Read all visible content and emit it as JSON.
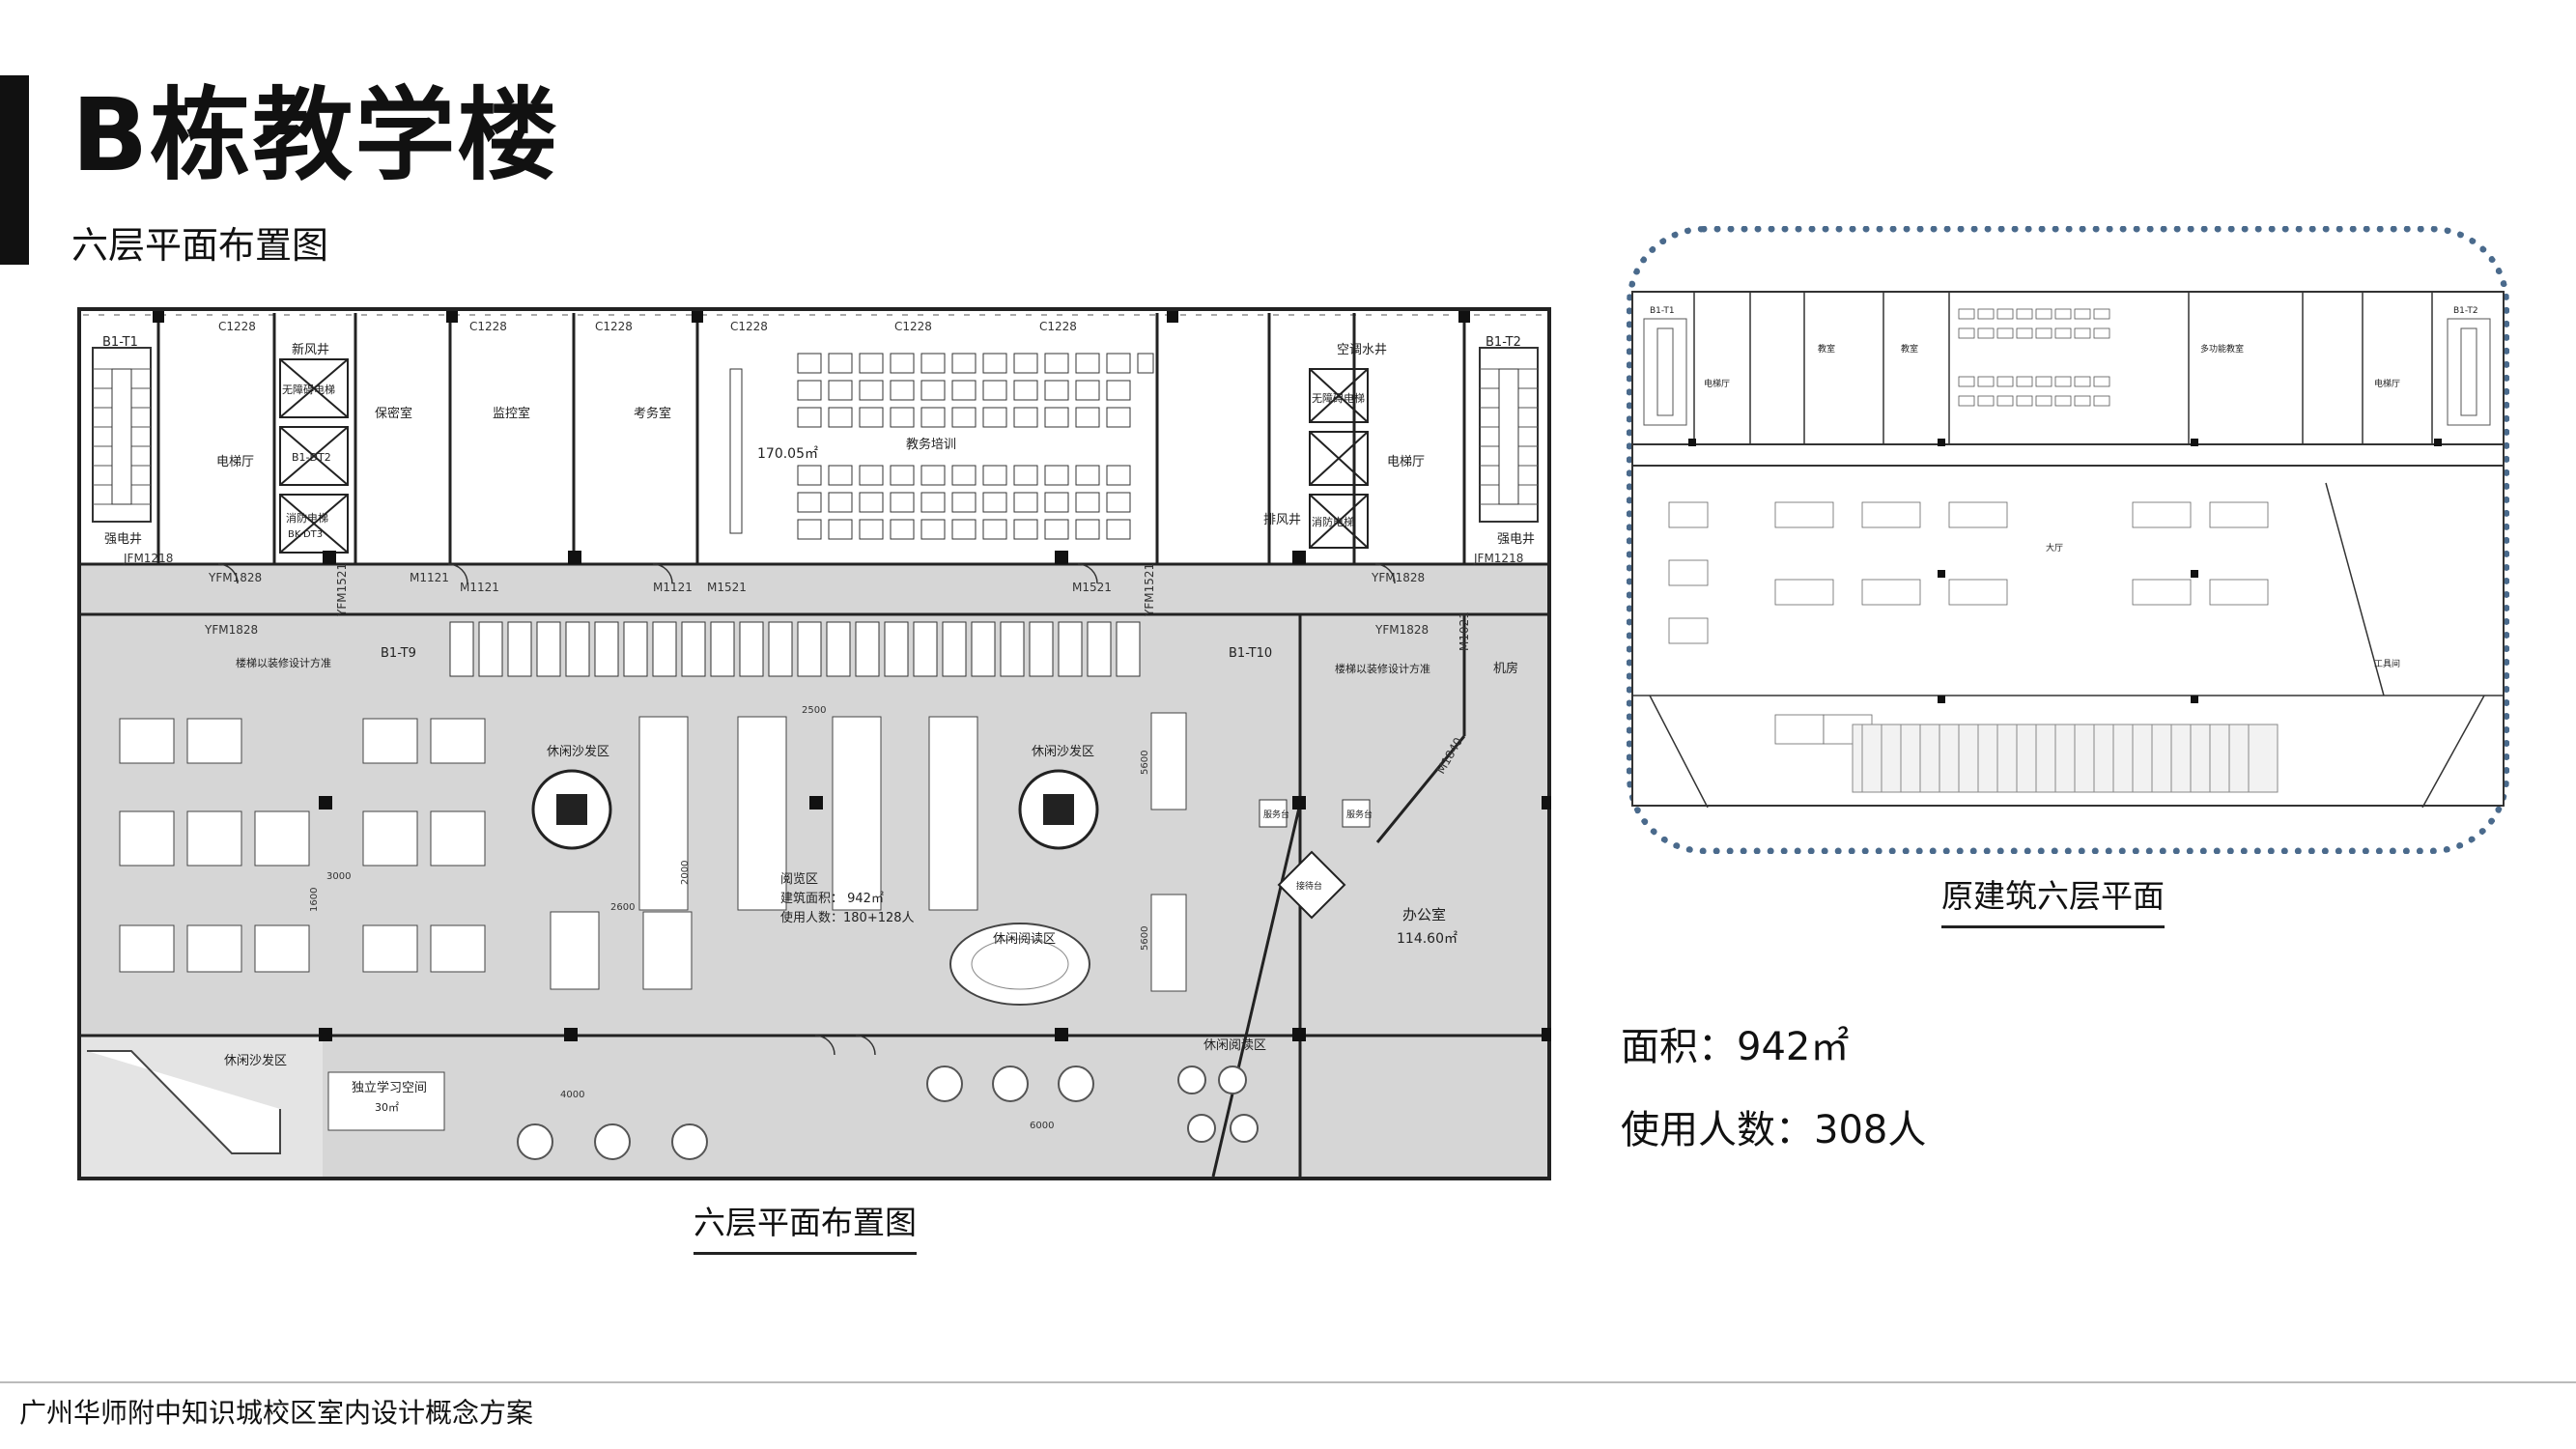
{
  "page": {
    "title": "B栋教学楼",
    "subtitle": "六层平面布置图"
  },
  "main_plan": {
    "caption": "六层平面布置图",
    "rooms": {
      "stair_left": "B1-T1",
      "stair_right": "B1-T2",
      "fresh_air_shaft": "新风井",
      "elevator_accessible_1": "无障碍电梯",
      "elevator_code_1": "B1-DT2",
      "fire_elevator_1": "消防电梯",
      "fire_elevator_code_1": "BK-DT3",
      "elevator_hall_left": "电梯厅",
      "elevator_hall_right": "电梯厅",
      "security_room": "保密室",
      "monitor_room": "监控室",
      "exam_room": "考务室",
      "training_room": "教务培训",
      "training_area": "170.05㎡",
      "ac_shaft": "空调水井",
      "accessible_elevator_2": "无障碍电梯",
      "exhaust_shaft": "排风井",
      "fire_elevator_2": "消防电梯",
      "strong_power_left": "强电井",
      "strong_power_right": "强电井",
      "stair_mid_left": "B1-T9",
      "stair_mid_right": "B1-T10",
      "stair_note_left": "楼梯以装修设计方准",
      "stair_note_right": "楼梯以装修设计方准",
      "machine_room": "机房",
      "lounge_left": "休闲沙发区",
      "lounge_right": "休闲沙发区",
      "reading_zone": "阅览区",
      "reading_area_label": "建筑面积：  942㎡",
      "reading_users_label": "使用人数：180+128人",
      "casual_reading_oval": "休闲阅读区",
      "office": "办公室",
      "office_area": "114.60㎡",
      "lounge_bottom_left": "休闲沙发区",
      "study_space": "独立学习空间",
      "study_space_area": "30㎡",
      "casual_reading_bottom": "休闲阅读区",
      "desk_1": "服务台",
      "desk_2": "服务台",
      "desk_3": "接待台"
    },
    "door_codes": {
      "c1228": "C1228",
      "yfm1828": "YFM1828",
      "m1121": "M1121",
      "m1521": "M1521",
      "jfm1218": "JFM1218",
      "m1840": "M1840",
      "m1021": "M1021",
      "yfm1521": "YFM1521"
    },
    "dims": {
      "d2500": "2500",
      "d3000": "3000",
      "d1600": "1600",
      "d2600": "2600",
      "d2000": "2000",
      "d5600": "5600",
      "d4000": "4000",
      "d6000": "6000"
    }
  },
  "orig_plan": {
    "caption": "原建筑六层平面",
    "rooms": {
      "stair_left": "B1-T1",
      "stair_right": "B1-T2",
      "classroom_label_1": "教室",
      "classroom_label_2": "教室",
      "multi_room": "多功能教室",
      "elevator_hall_left": "电梯厅",
      "elevator_hall_right": "电梯厅",
      "big_hall": "大厅",
      "tool_room": "工具间"
    }
  },
  "stats": {
    "area": "面积：942㎡",
    "users": "使用人数：308人"
  },
  "footer": {
    "text": "广州华师附中知识城校区室内设计概念方案"
  },
  "colors": {
    "accent_bar": "#111111",
    "frame_dotted": "#4a6a8c",
    "floor_fill": "#d6d6d6",
    "wall": "#222222"
  }
}
